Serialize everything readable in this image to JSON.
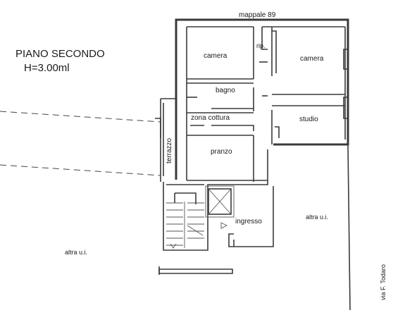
{
  "title": {
    "line1": "PIANO SECONDO",
    "line2": "H=3.00ml"
  },
  "rooms": {
    "mappale": "mappale 89",
    "camera_left": "camera",
    "rip": "rip.",
    "camera_right": "camera",
    "bagno": "bagno",
    "zona_cottura": "zona cottura",
    "studio": "studio",
    "terrazzo": "terrazzo",
    "pranzo": "pranzo",
    "ingresso": "ingresso",
    "altra_ui_right": "altra u.i.",
    "altra_ui_left": "altra u.i.",
    "via": "via F. Todaro"
  },
  "colors": {
    "wall": "#3a3a3a",
    "text": "#1a1a1a",
    "background": "#ffffff"
  }
}
